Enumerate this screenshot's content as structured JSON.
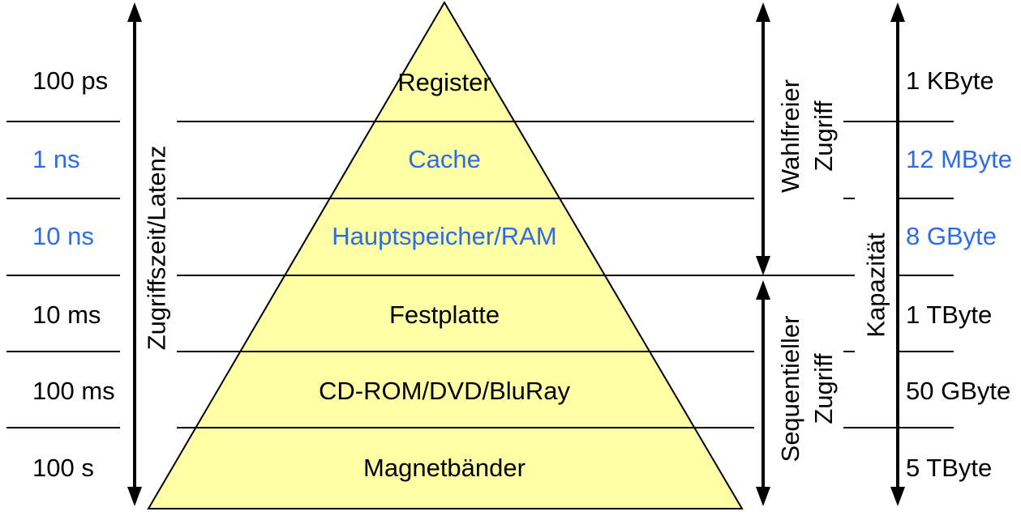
{
  "diagram": {
    "type": "memory-hierarchy-pyramid",
    "colors": {
      "pyramid_fill": "#FFFFA6",
      "outline": "#000000",
      "accent_blue": "#2E6BE6",
      "text_black": "#000000"
    },
    "axes": {
      "latency_label": "Zugriffszeit/Latenz",
      "capacity_label": "Kapazität",
      "random_access": [
        "Wahlfreier",
        "Zugriff"
      ],
      "sequential_access": [
        "Sequentieller",
        "Zugriff"
      ]
    },
    "rows": [
      {
        "level": "Register",
        "latency": "100 ps",
        "capacity": "1 KByte",
        "color": "#000000"
      },
      {
        "level": "Cache",
        "latency": "1 ns",
        "capacity": "12 MByte",
        "color": "#2E6BE6"
      },
      {
        "level": "Hauptspeicher/RAM",
        "latency": "10 ns",
        "capacity": "8 GByte",
        "color": "#2E6BE6"
      },
      {
        "level": "Festplatte",
        "latency": "10 ms",
        "capacity": "1 TByte",
        "color": "#000000"
      },
      {
        "level": "CD-ROM/DVD/BluRay",
        "latency": "100 ms",
        "capacity": "50 GByte",
        "color": "#000000"
      },
      {
        "level": "Magnetbänder",
        "latency": "100 s",
        "capacity": "5 TByte",
        "color": "#000000"
      }
    ]
  }
}
